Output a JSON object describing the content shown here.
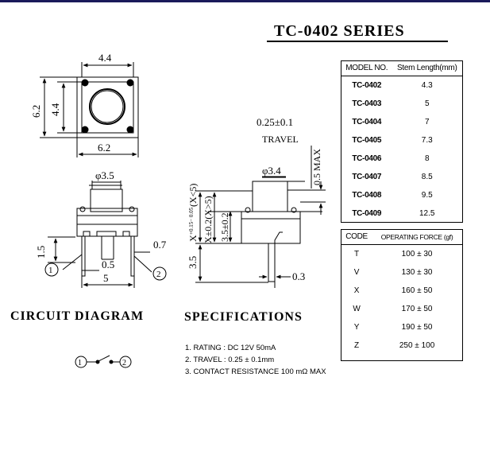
{
  "title": "TC-0402  SERIES",
  "stem_table": {
    "headers": [
      "MODEL NO.",
      "Stem Length(mm)"
    ],
    "rows": [
      {
        "model": "TC-0402",
        "length": "4.3"
      },
      {
        "model": "TC-0403",
        "length": "5"
      },
      {
        "model": "TC-0404",
        "length": "7"
      },
      {
        "model": "TC-0405",
        "length": "7.3"
      },
      {
        "model": "TC-0406",
        "length": "8"
      },
      {
        "model": "TC-0407",
        "length": "8.5"
      },
      {
        "model": "TC-0408",
        "length": "9.5"
      },
      {
        "model": "TC-0409",
        "length": "12.5"
      }
    ]
  },
  "force_table": {
    "headers": [
      "CODE",
      "OPERATING FORCE (gf)"
    ],
    "rows": [
      {
        "code": "T",
        "force": "100 ± 30"
      },
      {
        "code": "V",
        "force": "130 ± 30"
      },
      {
        "code": "X",
        "force": "160 ± 50"
      },
      {
        "code": "W",
        "force": "170 ± 50"
      },
      {
        "code": "Y",
        "force": "190 ± 50"
      },
      {
        "code": "Z",
        "force": "250 ± 100"
      }
    ]
  },
  "dims": {
    "top_width": "4.4",
    "side_height": "6.2",
    "inner_height": "4.4",
    "bottom_width": "6.2",
    "stem_dia_front": "φ3.5",
    "stem_dia_side": "φ3.4",
    "pin_height": "1.5",
    "pin_offset": "0.5",
    "pin_width": "0.7",
    "pin_pitch": "5",
    "travel": "0.25±0.1",
    "travel_label": "TRAVEL",
    "max_gap": "0.5 MAX",
    "body_height": "3.5",
    "x_low": "X",
    "x_low_tol": "+0.15− 0.05",
    "x_low_cond": "(X<5)",
    "x_high": "X±0.2(X>5)",
    "stem_base": "3.5±0.2",
    "pin_thickness": "0.3",
    "pin_mark_1": "1",
    "pin_mark_2": "2"
  },
  "circuit_heading": "CIRCUIT  DIAGRAM",
  "circuit_pins": {
    "left": "1",
    "right": "2"
  },
  "spec_heading": "SPECIFICATIONS",
  "specs": [
    "1. RATING : DC 12V  50mA",
    "2. TRAVEL : 0.25 ± 0.1mm",
    "3. CONTACT  RESISTANCE 100 mΩ MAX"
  ]
}
